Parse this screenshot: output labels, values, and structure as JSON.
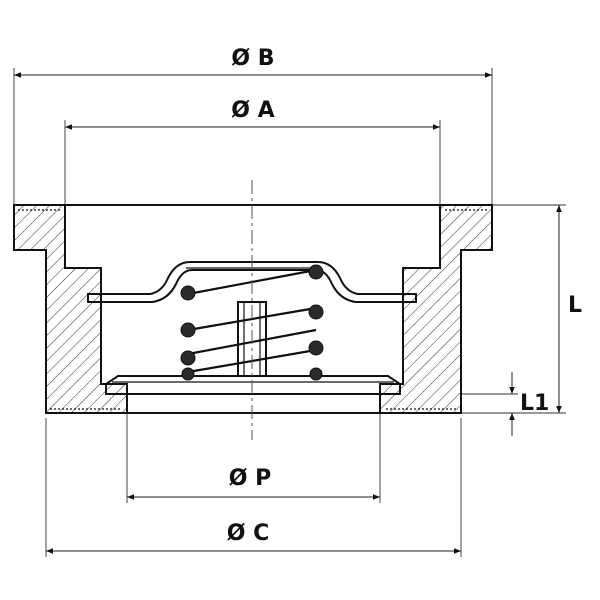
{
  "dimensions": {
    "dia_b": "Ø B",
    "dia_a": "Ø A",
    "dia_p": "Ø P",
    "dia_c": "Ø C",
    "length": "L",
    "length_1": "L1"
  }
}
